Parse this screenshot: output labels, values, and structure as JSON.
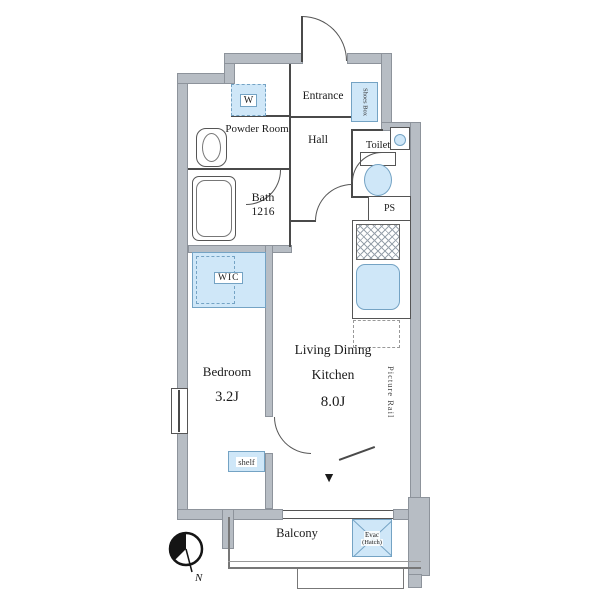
{
  "colors": {
    "wall": "#b7bdc4",
    "wallEdge": "#8d939b",
    "line": "#4a4a4a",
    "fixtureBlue": "#cfe7f8",
    "fixtureBlueBorder": "#74a3c4"
  },
  "labels": {
    "entrance": "Entrance",
    "washer": "W",
    "shoes_box": "Shoes Box",
    "powder_room": "Powder Room",
    "hall": "Hall",
    "toilet": "Toilet",
    "bath": "Bath",
    "bath_size": "1216",
    "ps": "PS",
    "wic": "WIC",
    "bedroom": "Bedroom",
    "bedroom_size": "3.2J",
    "ldk_line1": "Living Dining",
    "ldk_line2": "Kitchen",
    "ldk_size": "8.0J",
    "shelf": "shelf",
    "picture_rail": "Picture Rail",
    "balcony": "Balcony",
    "evac_line1": "Evac",
    "evac_line2": "(Hatch)",
    "north": "N",
    "balcony_entry_marker": "▼"
  }
}
